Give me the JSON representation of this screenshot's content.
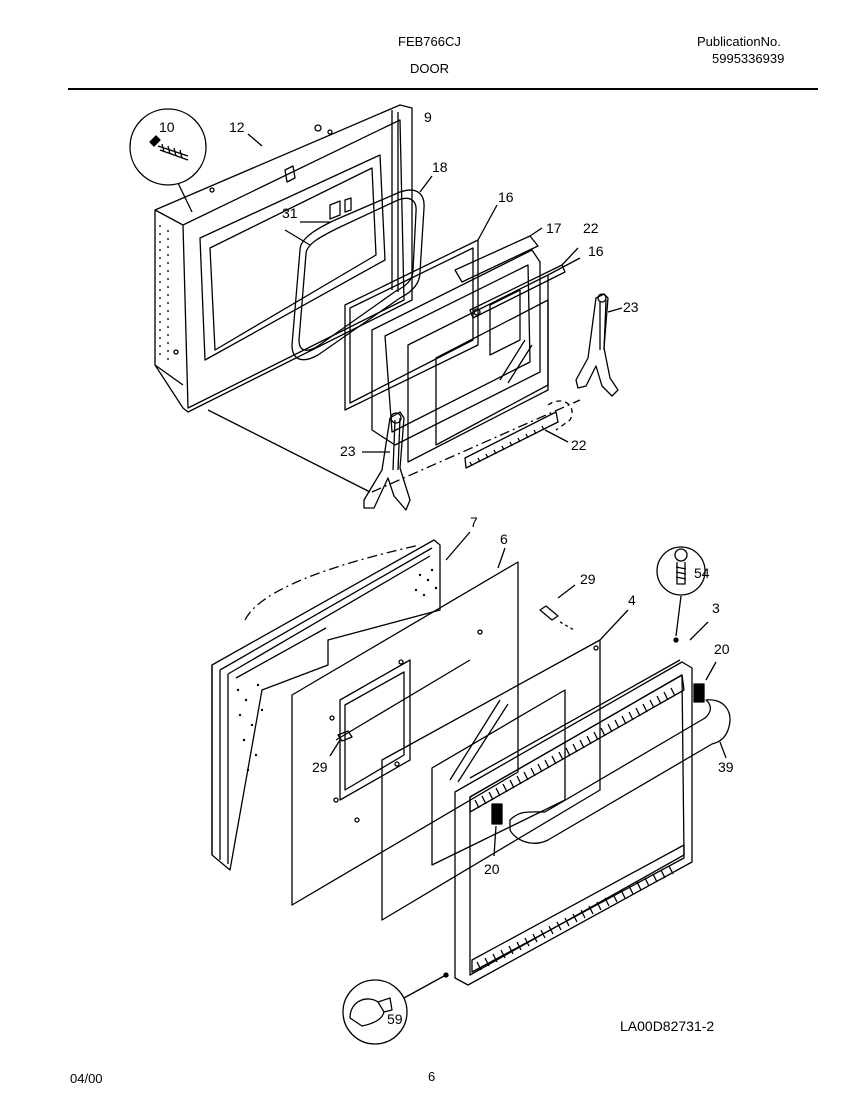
{
  "header": {
    "model": "FEB766CJ",
    "section": "DOOR",
    "publication_label": "PublicationNo.",
    "publication_number": "5995336939"
  },
  "callouts": {
    "c10": "10",
    "c12": "12",
    "c9": "9",
    "c18": "18",
    "c16a": "16",
    "c31": "31",
    "c17": "17",
    "c22a": "22",
    "c16b": "16",
    "c23a": "23",
    "c23b": "23",
    "c22b": "22",
    "c7": "7",
    "c6": "6",
    "c29a": "29",
    "c4": "4",
    "c54": "54",
    "c3": "3",
    "c20a": "20",
    "c39": "39",
    "c29b": "29",
    "c20b": "20",
    "c59": "59"
  },
  "footer": {
    "drawing_id": "LA00D82731-2",
    "date": "04/00",
    "page": "6"
  }
}
